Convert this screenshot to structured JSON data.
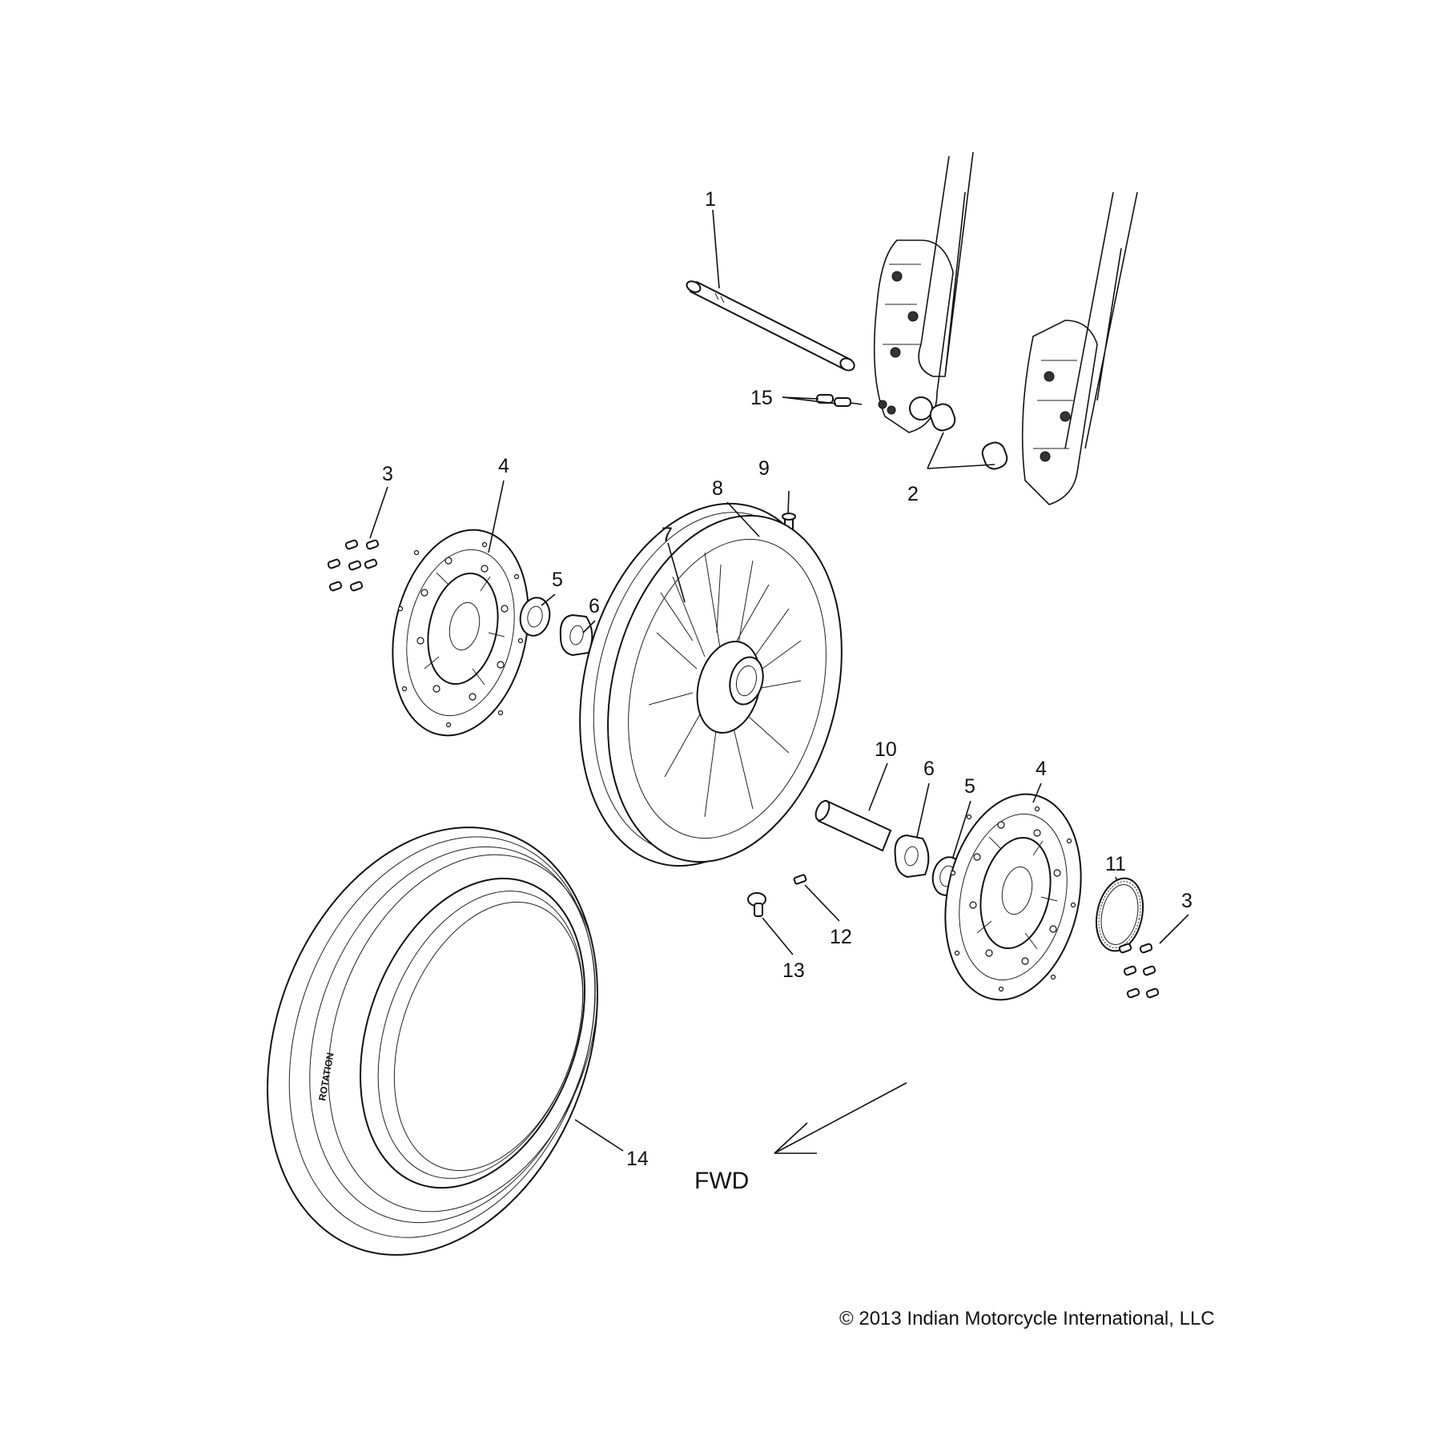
{
  "diagram": {
    "callouts": [
      "1",
      "2",
      "3",
      "4",
      "5",
      "6",
      "7",
      "8",
      "9",
      "10",
      "11",
      "12",
      "13",
      "14",
      "15"
    ],
    "direction_label": "FWD",
    "copyright": "© 2013 Indian Motorcycle International, LLC",
    "tire_marking": "ROTATION"
  }
}
